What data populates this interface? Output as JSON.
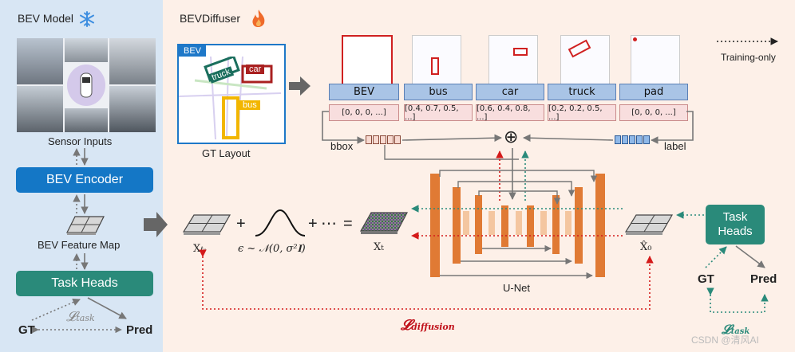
{
  "left_panel": {
    "title": "BEV Model",
    "sensor_label": "Sensor Inputs",
    "encoder_label": "BEV Encoder",
    "feature_map_label": "BEV Feature Map",
    "task_heads_label": "Task Heads",
    "loss_label": "ℒtask",
    "gt_label": "GT",
    "pred_label": "Pred"
  },
  "right_panel": {
    "title": "BEVDiffuser",
    "training_only": "Training-only",
    "gt_layout": {
      "tag": "BEV",
      "caption": "GT Layout",
      "objects": [
        "truck",
        "car",
        "bus"
      ]
    },
    "tokens": [
      {
        "label": "BEV",
        "value": "[0, 0, 0, ...]"
      },
      {
        "label": "bus",
        "value": "[0.4, 0.7, 0.5, ...]"
      },
      {
        "label": "car",
        "value": "[0.6, 0.4, 0.8, ...]"
      },
      {
        "label": "truck",
        "value": "[0.2, 0.2, 0.5, ...]"
      },
      {
        "label": "pad",
        "value": "[0, 0, 0, ...]"
      }
    ],
    "bbox_label": "bbox",
    "label_label": "label",
    "oplus": "⊕",
    "x_t0": "Xt₀",
    "noise_formula": "ϵ ~ 𝒩(0, σ²𝐈)",
    "plus1": "+",
    "plus2": "+",
    "dots": "⋯",
    "equals": "=",
    "x_t": "Xt",
    "x0_hat": "X̂₀",
    "unet_label": "U-Net",
    "task_heads_label": "Task\nHeads",
    "gt_label": "GT",
    "pred_label": "Pred",
    "loss_diffusion": "ℒdiffusion",
    "loss_task": "ℒtask"
  },
  "watermark": "CSDN @清风AI",
  "colors": {
    "left_bg": "#d8e6f4",
    "right_bg": "#fdf0e8",
    "encoder_blue": "#1477c6",
    "teal": "#2a8a7a",
    "unet_orange": "#e07a34",
    "unet_light": "#f4c6a0",
    "red_dotted": "#d41a1a",
    "green_dotted": "#2a8a7a",
    "loss_red": "#c0101a"
  }
}
